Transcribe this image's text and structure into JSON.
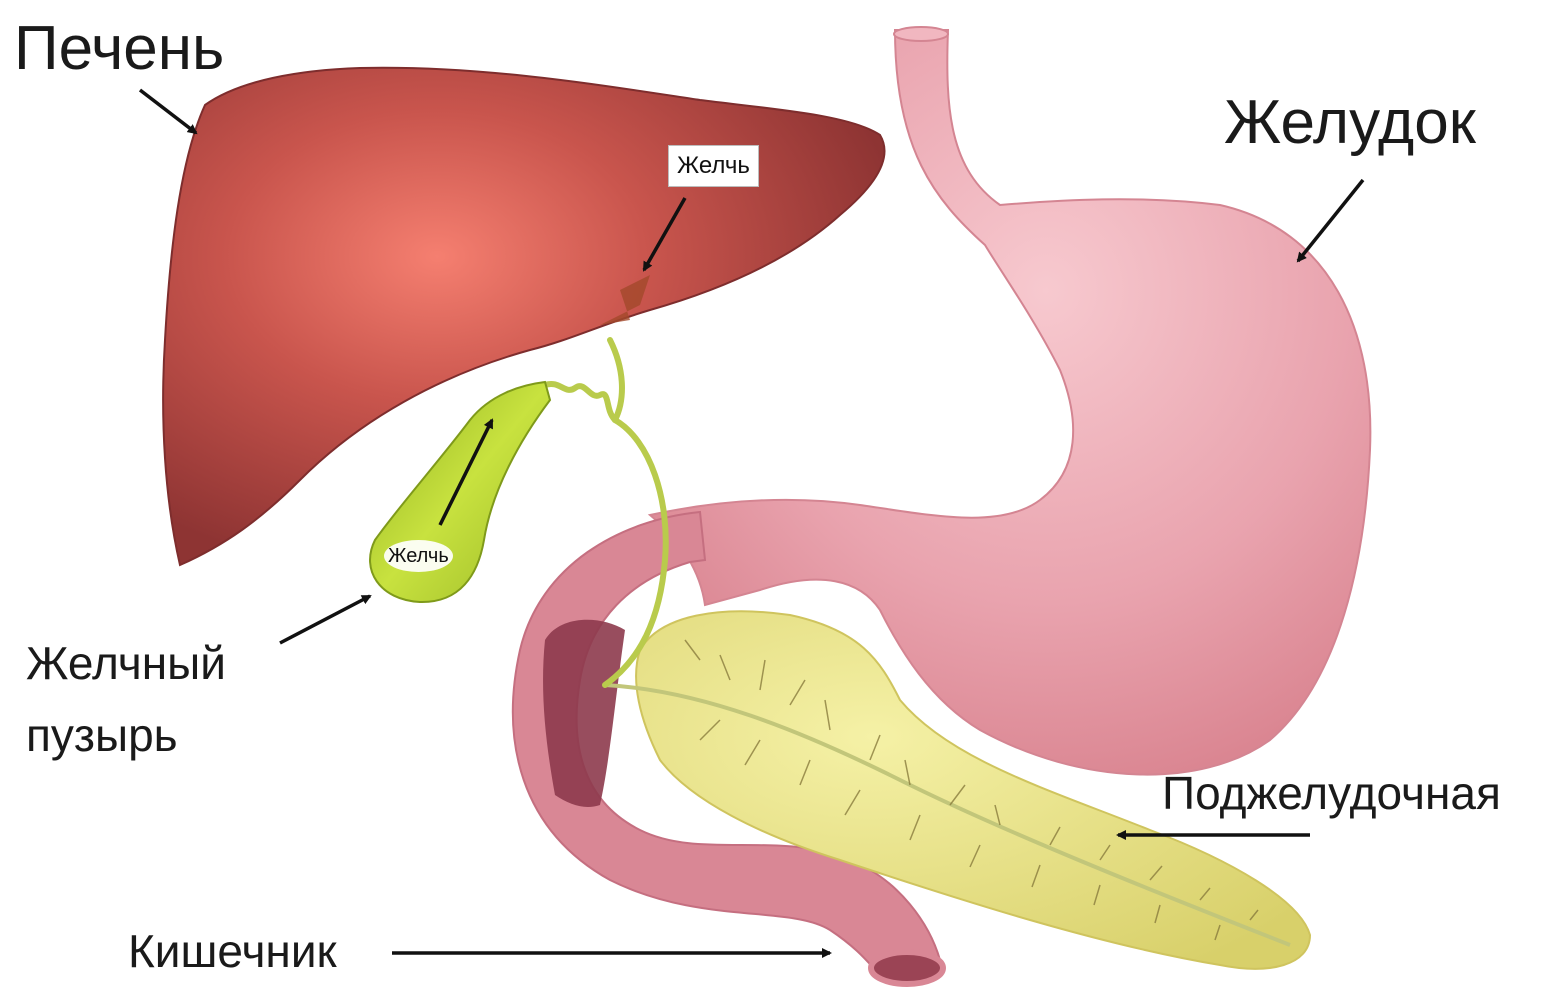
{
  "labels": {
    "liver": "Печень",
    "stomach": "Желудок",
    "gallbladder_line1": "Желчный",
    "gallbladder_line2": "пузырь",
    "pancreas": "Поджелудочная",
    "intestine": "Кишечник"
  },
  "tags": {
    "bile_liver": "Желчь",
    "bile_gallbladder": "Желчь"
  },
  "colors": {
    "liver": "#9b3b3a",
    "liver_highlight": "#f27b6e",
    "stomach": "#e39aa6",
    "stomach_highlight": "#f6c6cd",
    "intestine": "#d98795",
    "intestine_inner": "#8d3a4c",
    "gallbladder": "#a6c42a",
    "gallbladder_highlight": "#dcef5a",
    "pancreas": "#ece687",
    "bile_duct": "#b9cb4c",
    "arrow": "#111111"
  }
}
